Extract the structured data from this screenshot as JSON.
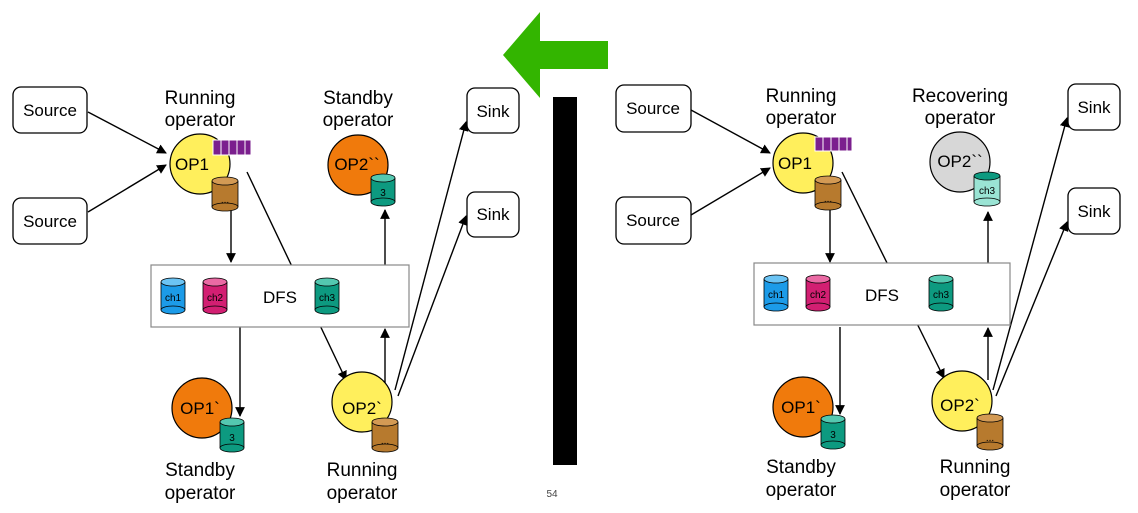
{
  "colors": {
    "running": "#ffef5c",
    "standby": "#f07a0c",
    "recovering": "#d7d7d7",
    "queue": "#7b1f8e",
    "cyl_state": "#b77a2e",
    "cyl_ch1": "#1c9be8",
    "cyl_ch2": "#d21f72",
    "cyl_ch3": "#0d9a80",
    "cyl_ch3_light": "#9ae4d4",
    "arrow_green": "#33b500",
    "divider": "#000000"
  },
  "page_number": "54",
  "left": {
    "sources": [
      "Source",
      "Source"
    ],
    "sinks": [
      "Sink",
      "Sink"
    ],
    "op1": {
      "name": "OP1",
      "caption": [
        "Running",
        "operator"
      ],
      "state_label": "..."
    },
    "op2_standby": {
      "name": "OP2``",
      "caption": [
        "Standby",
        "operator"
      ],
      "cyl_label": "3"
    },
    "op1_standby": {
      "name": "OP1`",
      "caption": [
        "Standby",
        "operator"
      ],
      "cyl_label": "3"
    },
    "op2_running": {
      "name": "OP2`",
      "caption": [
        "Running",
        "operator"
      ],
      "state_label": "..."
    },
    "dfs": {
      "label": "DFS",
      "channels": [
        "ch1",
        "ch2",
        "ch3"
      ]
    }
  },
  "right": {
    "sources": [
      "Source",
      "Source"
    ],
    "sinks": [
      "Sink",
      "Sink"
    ],
    "op1": {
      "name": "OP1",
      "caption": [
        "Running",
        "operator"
      ],
      "state_label": "..."
    },
    "op2_recovering": {
      "name": "OP2``",
      "caption": [
        "Recovering",
        "operator"
      ],
      "cyl_label": "ch3"
    },
    "op1_standby": {
      "name": "OP1`",
      "caption": [
        "Standby",
        "operator"
      ],
      "cyl_label": "3"
    },
    "op2_running": {
      "name": "OP2`",
      "caption": [
        "Running",
        "operator"
      ],
      "state_label": "..."
    },
    "dfs": {
      "label": "DFS",
      "channels": [
        "ch1",
        "ch2",
        "ch3"
      ]
    }
  }
}
